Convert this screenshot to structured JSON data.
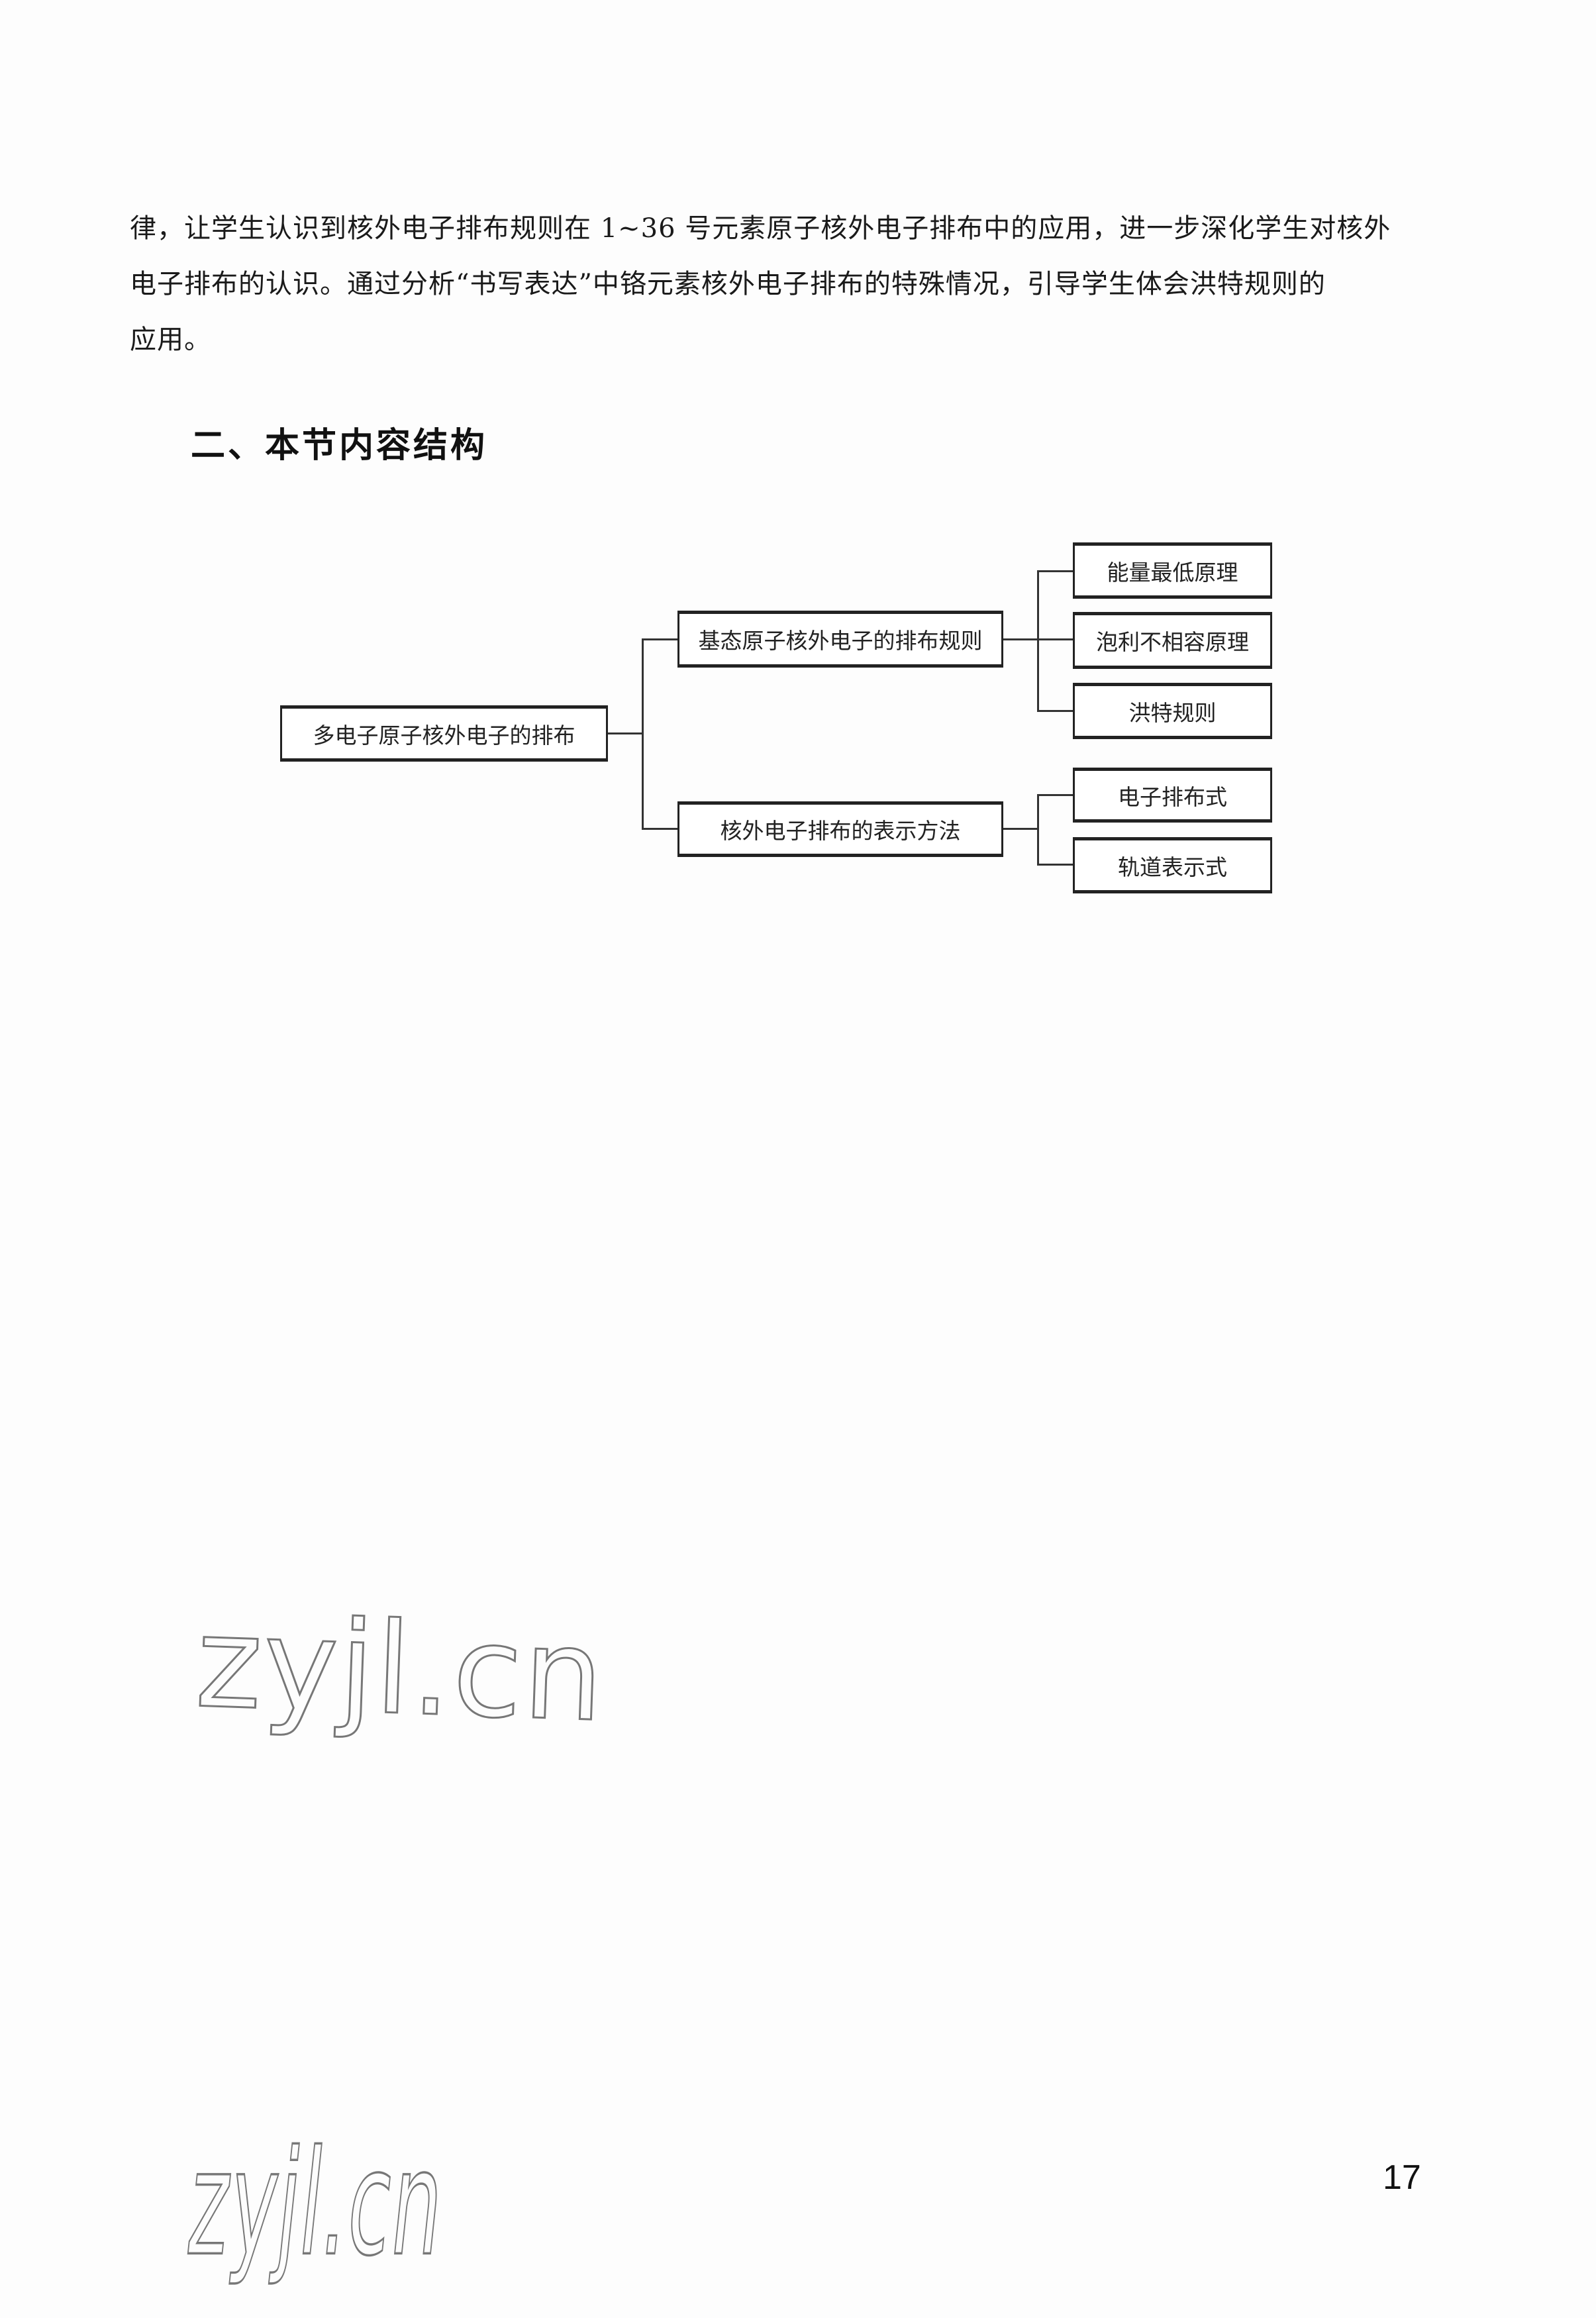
{
  "paragraph": {
    "lines": [
      "律，让学生认识到核外电子排布规则在 1~36 号元素原子核外电子排布中的应用，进一步深化学生对核外",
      "电子排布的认识。通过分析“书写表达”中铬元素核外电子排布的特殊情况，引导学生体会洪特规则的",
      "应用。"
    ]
  },
  "section_heading": "二、本节内容结构",
  "diagram": {
    "root": "多电子原子核外电子的排布",
    "branches": [
      {
        "label": "基态原子核外电子的排布规则",
        "children": [
          "能量最低原理",
          "泡利不相容原理",
          "洪特规则"
        ]
      },
      {
        "label": "核外电子排布的表示方法",
        "children": [
          "电子排布式",
          "轨道表示式"
        ]
      }
    ]
  },
  "watermarks": [
    "zyjl.cn",
    "zyjl.cn"
  ],
  "page_number": "17"
}
